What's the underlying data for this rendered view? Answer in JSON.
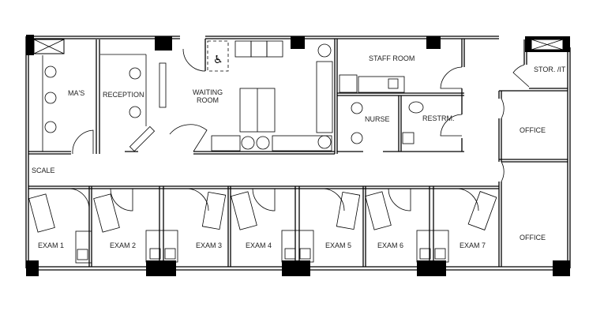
{
  "rooms": {
    "mas": "MA'S",
    "reception": "RECEPTION",
    "waiting_1": "WAITING",
    "waiting_2": "ROOM",
    "staff_room": "STAFF ROOM",
    "nurse": "NURSE",
    "restroom": "RESTRM.",
    "storage_it": "STOR. /IT",
    "office_1": "OFFICE",
    "office_2": "OFFICE",
    "scale": "SCALE",
    "exams": [
      "EXAM 1",
      "EXAM 2",
      "EXAM 3",
      "EXAM 4",
      "EXAM 5",
      "EXAM 6",
      "EXAM 7"
    ]
  },
  "icons": {
    "accessibility": "wheelchair-icon"
  }
}
